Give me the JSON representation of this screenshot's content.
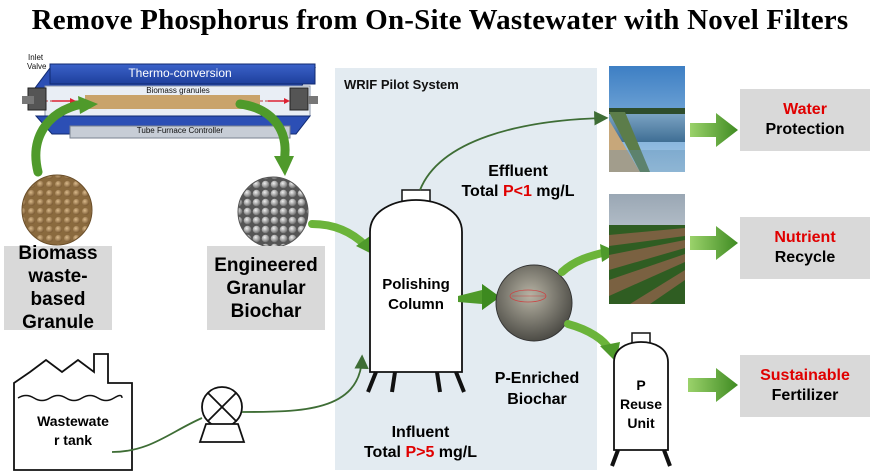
{
  "title": "Remove Phosphorus from On-Site Wastewater with Novel Filters",
  "furnace": {
    "top_label": "Thermo-conversion",
    "granules_label": "Biomass granules",
    "controller_label": "Tube Furnace Controller",
    "inlet_label_1": "Inlet",
    "inlet_label_2": "Valve"
  },
  "pilot_system_label": "WRIF Pilot System",
  "boxes": {
    "biomass": [
      "Biomass",
      "waste- based",
      "Granule"
    ],
    "biochar": [
      "Engineered",
      "Granular",
      "Biochar"
    ]
  },
  "column": [
    "Polishing",
    "Column"
  ],
  "wastewater_tank": [
    "Wastewate",
    "r tank"
  ],
  "effluent": {
    "line1": "Effluent",
    "prefix": "Total ",
    "value": "P<1",
    "unit": " mg/L"
  },
  "influent": {
    "line1": "Influent",
    "prefix": "Total ",
    "value": "P>5",
    "unit": " mg/L"
  },
  "p_enriched": [
    "P-Enriched",
    "Biochar"
  ],
  "reuse_unit": [
    "P",
    "Reuse",
    "Unit"
  ],
  "outcomes": [
    {
      "highlight": "Water",
      "rest": "Protection"
    },
    {
      "highlight": "Nutrient",
      "rest": "Recycle"
    },
    {
      "highlight": "Sustainable",
      "rest": "Fertilizer"
    }
  ],
  "colors": {
    "highlight": "#e00000",
    "arrow": "#5aa02c",
    "box": "#d9d9d9",
    "panel": "#e3ebf1"
  }
}
